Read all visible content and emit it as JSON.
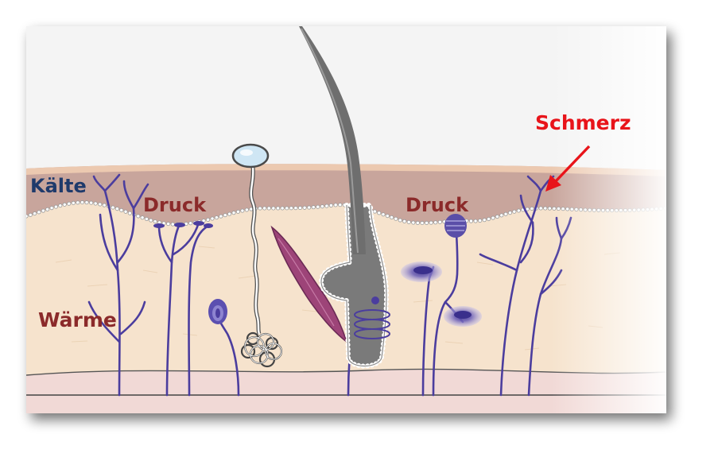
{
  "labels": {
    "kaelte": "Kälte",
    "druck_left": "Druck",
    "druck_right": "Druck",
    "waerme": "Wärme",
    "schmerz": "Schmerz"
  },
  "colors": {
    "kaelte": "#1f3a6b",
    "druck": "#8b2a2a",
    "waerme": "#8b2a2a",
    "schmerz": "#e8141a",
    "arrow": "#e8141a",
    "epidermis": "#c9a49a",
    "dermis": "#f5e2cc",
    "subcutis": "#f0d8d4",
    "nerve": "#4a3c9c",
    "hair": "#7a7a7a",
    "muscle": "#a0457a"
  }
}
